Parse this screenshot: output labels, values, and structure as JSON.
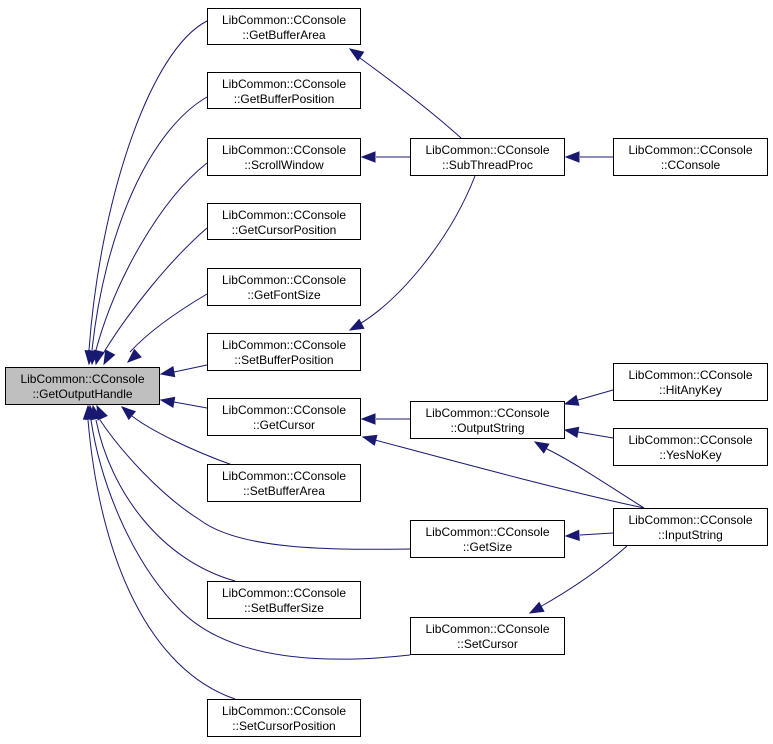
{
  "diagram": {
    "type": "call-graph",
    "edge_color": "#191970",
    "root_fill": "#bfbfbf",
    "nodes": [
      {
        "id": "getoutputhandle",
        "line1": "LibCommon::CConsole",
        "line2": "::GetOutputHandle",
        "root": true
      },
      {
        "id": "getbufferarea",
        "line1": "LibCommon::CConsole",
        "line2": "::GetBufferArea"
      },
      {
        "id": "getbufferposition",
        "line1": "LibCommon::CConsole",
        "line2": "::GetBufferPosition"
      },
      {
        "id": "scrollwindow",
        "line1": "LibCommon::CConsole",
        "line2": "::ScrollWindow"
      },
      {
        "id": "getcursorposition",
        "line1": "LibCommon::CConsole",
        "line2": "::GetCursorPosition"
      },
      {
        "id": "getfontsize",
        "line1": "LibCommon::CConsole",
        "line2": "::GetFontSize"
      },
      {
        "id": "setbufferposition",
        "line1": "LibCommon::CConsole",
        "line2": "::SetBufferPosition"
      },
      {
        "id": "getcursor",
        "line1": "LibCommon::CConsole",
        "line2": "::GetCursor"
      },
      {
        "id": "setbufferarea",
        "line1": "LibCommon::CConsole",
        "line2": "::SetBufferArea"
      },
      {
        "id": "setbuffersize",
        "line1": "LibCommon::CConsole",
        "line2": "::SetBufferSize"
      },
      {
        "id": "setcursorposition",
        "line1": "LibCommon::CConsole",
        "line2": "::SetCursorPosition"
      },
      {
        "id": "subthreadproc",
        "line1": "LibCommon::CConsole",
        "line2": "::SubThreadProc"
      },
      {
        "id": "outputstring",
        "line1": "LibCommon::CConsole",
        "line2": "::OutputString"
      },
      {
        "id": "getsize",
        "line1": "LibCommon::CConsole",
        "line2": "::GetSize"
      },
      {
        "id": "setcursor",
        "line1": "LibCommon::CConsole",
        "line2": "::SetCursor"
      },
      {
        "id": "cconsole",
        "line1": "LibCommon::CConsole",
        "line2": "::CConsole"
      },
      {
        "id": "hitanykey",
        "line1": "LibCommon::CConsole",
        "line2": "::HitAnyKey"
      },
      {
        "id": "yesnokey",
        "line1": "LibCommon::CConsole",
        "line2": "::YesNoKey"
      },
      {
        "id": "inputstring",
        "line1": "LibCommon::CConsole",
        "line2": "::InputString"
      }
    ],
    "edges": [
      {
        "from": "getbufferarea",
        "to": "getoutputhandle"
      },
      {
        "from": "getbufferposition",
        "to": "getoutputhandle"
      },
      {
        "from": "scrollwindow",
        "to": "getoutputhandle"
      },
      {
        "from": "getcursorposition",
        "to": "getoutputhandle"
      },
      {
        "from": "getfontsize",
        "to": "getoutputhandle"
      },
      {
        "from": "setbufferposition",
        "to": "getoutputhandle"
      },
      {
        "from": "getcursor",
        "to": "getoutputhandle"
      },
      {
        "from": "setbufferarea",
        "to": "getoutputhandle"
      },
      {
        "from": "getsize",
        "to": "getoutputhandle"
      },
      {
        "from": "setbuffersize",
        "to": "getoutputhandle"
      },
      {
        "from": "setcursor",
        "to": "getoutputhandle"
      },
      {
        "from": "setcursorposition",
        "to": "getoutputhandle"
      },
      {
        "from": "subthreadproc",
        "to": "getbufferarea"
      },
      {
        "from": "subthreadproc",
        "to": "scrollwindow"
      },
      {
        "from": "subthreadproc",
        "to": "setbufferposition"
      },
      {
        "from": "cconsole",
        "to": "subthreadproc"
      },
      {
        "from": "outputstring",
        "to": "getcursor"
      },
      {
        "from": "inputstring",
        "to": "getcursor"
      },
      {
        "from": "hitanykey",
        "to": "outputstring"
      },
      {
        "from": "yesnokey",
        "to": "outputstring"
      },
      {
        "from": "inputstring",
        "to": "outputstring"
      },
      {
        "from": "inputstring",
        "to": "getsize"
      },
      {
        "from": "inputstring",
        "to": "setcursor"
      }
    ]
  }
}
